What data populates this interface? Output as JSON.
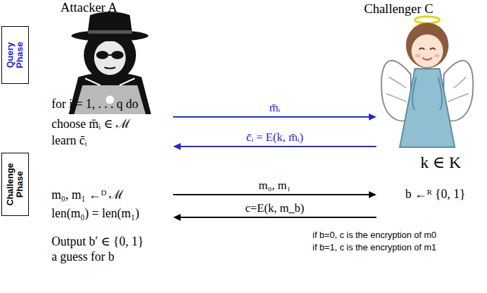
{
  "diagram": {
    "nodes": [
      {
        "text": [
          "Attacker A"
        ]
      },
      {
        "text": [
          "Challenger C"
        ]
      },
      {
        "text": [
          "Query Phase"
        ]
      },
      {
        "text": [
          "Challenge Phase"
        ]
      }
    ],
    "edges": [
      {
        "from": 0,
        "to": 1,
        "arrow": "to",
        "label": "m̄ᵢ"
      },
      {
        "from": 1,
        "to": 0,
        "arrow": "to",
        "label": "c̄ᵢ = E(k, m̄ᵢ)"
      },
      {
        "from": 0,
        "to": 1,
        "arrow": "to",
        "label": "m₀, m₁"
      },
      {
        "from": 1,
        "to": 0,
        "arrow": "to",
        "label": "c=E(k, m_b)"
      }
    ],
    "labels": [
      "for i = 1, . . . q do",
      "choose m̄ᵢ ∈ ℳ",
      "learn c̄ᵢ",
      "k ∈ K",
      "m₀, m₁ ←ᴰ ℳ",
      "b ←ᴿ {0, 1}",
      "len(m₀) = len(m₁)",
      "if b=0, c is the encryption of m0",
      "if b=1, c is the encryption of m1",
      "Output b′ ∈ {0, 1}",
      "a guess for b"
    ]
  }
}
